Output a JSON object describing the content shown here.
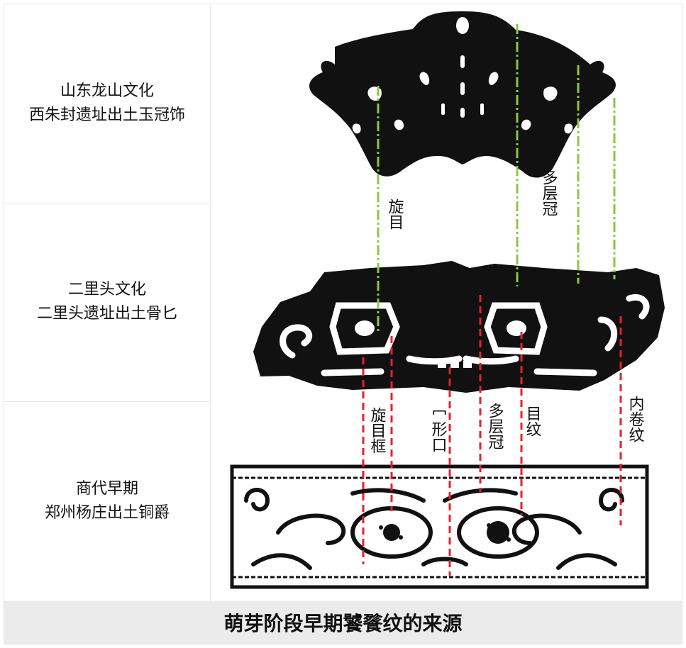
{
  "rows": [
    {
      "line1": "山东龙山文化",
      "line2": "西朱封遗址出土玉冠饰"
    },
    {
      "line1": "二里头文化",
      "line2": "二里头遗址出土骨匕"
    },
    {
      "line1": "商代早期",
      "line2": "郑州杨庄出土铜爵"
    }
  ],
  "green_labels": [
    "旋目",
    "多层冠"
  ],
  "red_labels": [
    "旋目框",
    "冖形口",
    "多层冠",
    "目纹",
    "内卷纹"
  ],
  "caption": "萌芽阶段早期饕餮纹的来源",
  "colors": {
    "green_line": "#8dc63f",
    "red_line": "#e8202a",
    "ink": "#111111"
  }
}
